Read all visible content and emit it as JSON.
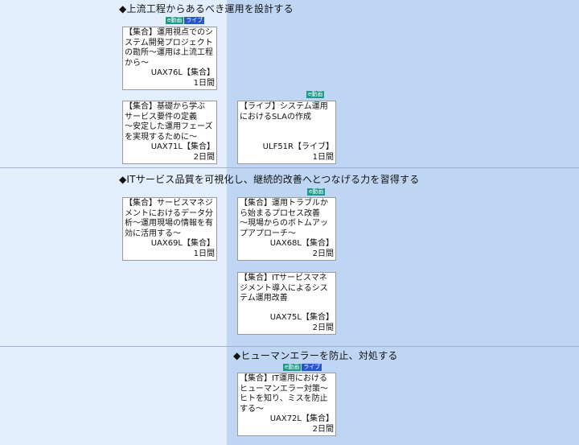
{
  "badges": {
    "video": "e動画",
    "live": "ライブ"
  },
  "colors": {
    "left_bg": "#e2eefc",
    "right_bg": "#bed6f3",
    "video_badge": "#1f9a8a",
    "live_badge": "#2857c9"
  },
  "sections": [
    {
      "heading": "◆上流工程からあるべき運用を設計する"
    },
    {
      "heading": "◆ITサービス品質を可視化し、継続的改善へとつなげる力を習得する"
    },
    {
      "heading": "◆ヒューマンエラーを防止、対処する"
    }
  ],
  "courses": [
    {
      "title": "【集合】運用視点でのシステム開発プロジェクトの勘所～運用は上流工程から～",
      "code": "UAX76L【集合】",
      "days": "1日間"
    },
    {
      "title": "【集合】基礎から学ぶ\nサービス要件の定義\n～安定した運用フェーズを実現するために～",
      "code": "UAX71L【集合】",
      "days": "2日間"
    },
    {
      "title": "【ライブ】システム運用におけるSLAの作成",
      "code": "ULF51R【ライブ】",
      "days": "1日間"
    },
    {
      "title": "【集合】サービスマネジメントにおけるデータ分析～運用現場の情報を有効に活用する～",
      "code": "UAX69L【集合】",
      "days": "1日間"
    },
    {
      "title": "【集合】運用トラブルから始まるプロセス改善　～現場からのボトムアップアプローチ～",
      "code": "UAX68L【集合】",
      "days": "2日間"
    },
    {
      "title": "【集合】ITサービスマネジメント導入によるシステム運用改善",
      "code": "UAX75L【集合】",
      "days": "2日間"
    },
    {
      "title": "【集合】IT運用におけるヒューマンエラー対策～ヒトを知り、ミスを防止する～",
      "code": "UAX72L【集合】",
      "days": "2日間"
    }
  ]
}
